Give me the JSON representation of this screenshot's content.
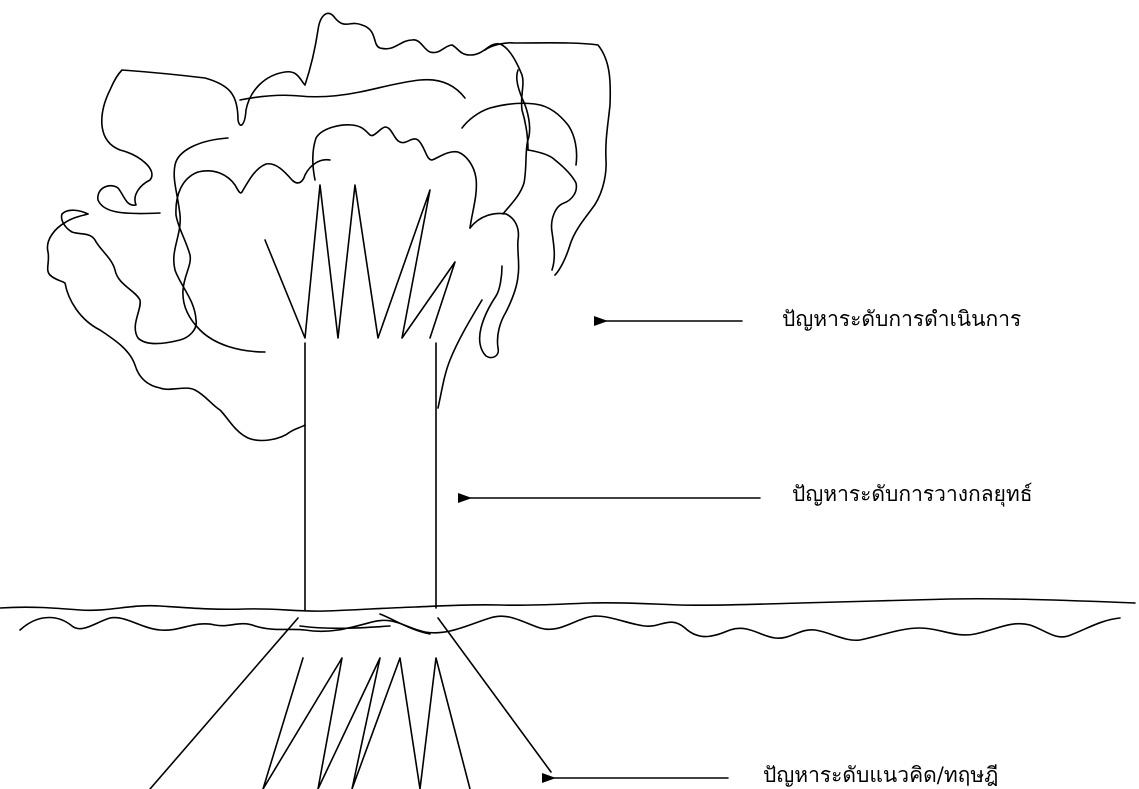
{
  "labels": {
    "operational": "ปัญหาระดับการดำเนินการ",
    "strategic": "ปัญหาระดับการวางกลยุทธ์",
    "conceptual": "ปัญหาระดับแนวคิด/ทฤษฎี"
  },
  "colors": {
    "ink": "#000000",
    "background": "#ffffff"
  }
}
